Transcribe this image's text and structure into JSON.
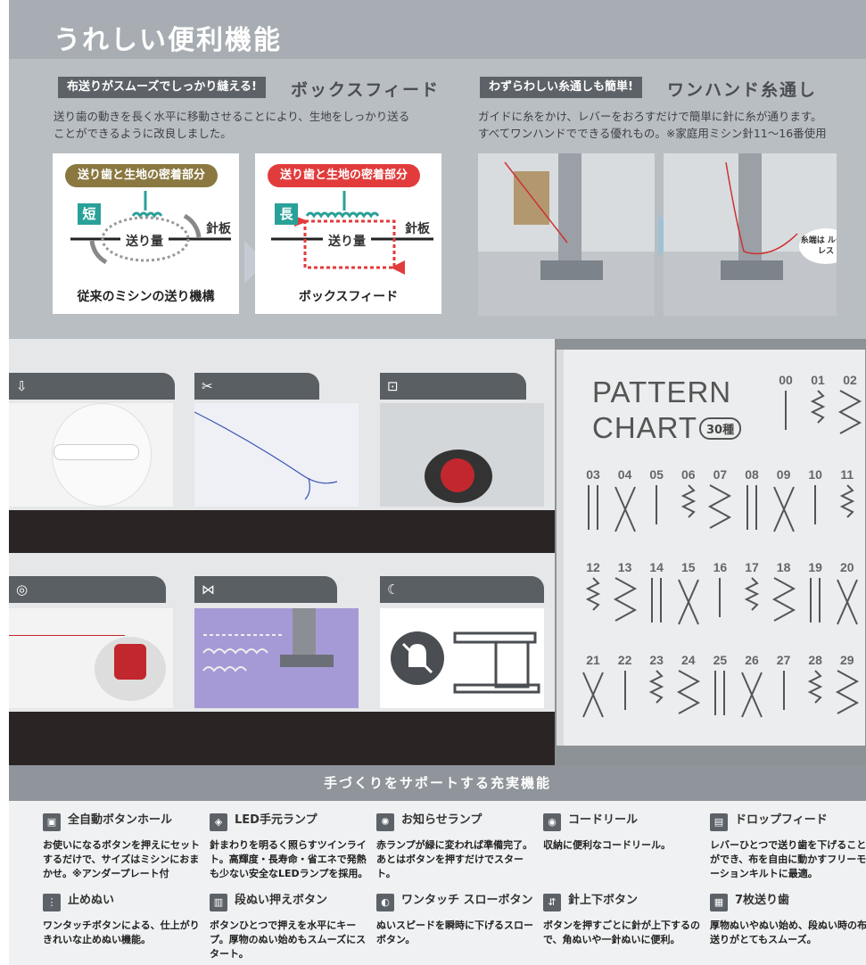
{
  "page_title": "うれしい便利機能",
  "box_feed": {
    "tag": "布送りがスムーズでしっかり縫える!",
    "title": "ボックスフィード",
    "description_line1": "送り歯の動きを長く水平に移動させることにより、生地をしっかり送る",
    "description_line2": "ことができるように改良しました。",
    "conventional": {
      "pill": "送り歯と生地の密着部分",
      "short_label": "短",
      "feed_label": "送り量",
      "plate_label": "針板",
      "caption": "従来のミシンの送り機構"
    },
    "boxfeed": {
      "pill": "送り歯と生地の密着部分",
      "long_label": "長",
      "feed_label": "送り量",
      "plate_label": "針板",
      "caption": "ボックスフィード"
    }
  },
  "threading": {
    "tag": "わずらわしい糸通しも簡単!",
    "title": "ワンハンド糸通し",
    "description_line1": "ガイドに糸をかけ、レバーをおろすだけで簡単に針に糸が通ります。",
    "description_line2": "すべてワンハンドでできる優れもの。※家庭用ミシン針11～16番使用",
    "bubble": "糸端は ループレス"
  },
  "pattern_chart": {
    "title_line1": "PATTERN",
    "title_line2": "CHART",
    "count": "30種",
    "row1": [
      "00",
      "01",
      "02"
    ],
    "row2": [
      "03",
      "04",
      "05",
      "06",
      "07",
      "08",
      "09",
      "10",
      "11"
    ],
    "row3": [
      "12",
      "13",
      "14",
      "15",
      "16",
      "17",
      "18",
      "19",
      "20"
    ],
    "row4": [
      "21",
      "22",
      "23",
      "24",
      "25",
      "26",
      "27",
      "28",
      "29"
    ]
  },
  "support": {
    "header": "手づくりをサポートする充実機能",
    "features": [
      {
        "title": "全自動ボタンホール",
        "description": "お使いになるボタンを押えにセットするだけで、サイズはミシンにおまかせ。※アンダープレート付"
      },
      {
        "title": "LED手元ランプ",
        "description": "針まわりを明るく照らすツインライト。高輝度・長寿命・省エネで発熱も少ない安全なLEDランプを採用。"
      },
      {
        "title": "お知らせランプ",
        "description": "赤ランプが緑に変われば準備完了。あとはボタンを押すだけでスタート。"
      },
      {
        "title": "コードリール",
        "description": "収納に便利なコードリール。"
      },
      {
        "title": "ドロップフィード",
        "description": "レバーひとつで送り歯を下げることができ、布を自由に動かすフリーモーションキルトに最適。"
      },
      {
        "title": "止めぬい",
        "description": "ワンタッチボタンによる、仕上がりきれいな止めぬい機能。"
      },
      {
        "title": "段ぬい押えボタン",
        "description": "ボタンひとつで押えを水平にキープ。厚物のぬい始めもスムーズにスタート。"
      },
      {
        "title": "ワンタッチ スローボタン",
        "description": "ぬいスピードを瞬時に下げるスローボタン。"
      },
      {
        "title": "針上下ボタン",
        "description": "ボタンを押すごとに針が上下するので、角ぬいや一針ぬいに便利。"
      },
      {
        "title": "7枚送り歯",
        "description": "厚物ぬいやぬい始め、段ぬい時の布送りがとてもスムーズ。"
      }
    ]
  }
}
